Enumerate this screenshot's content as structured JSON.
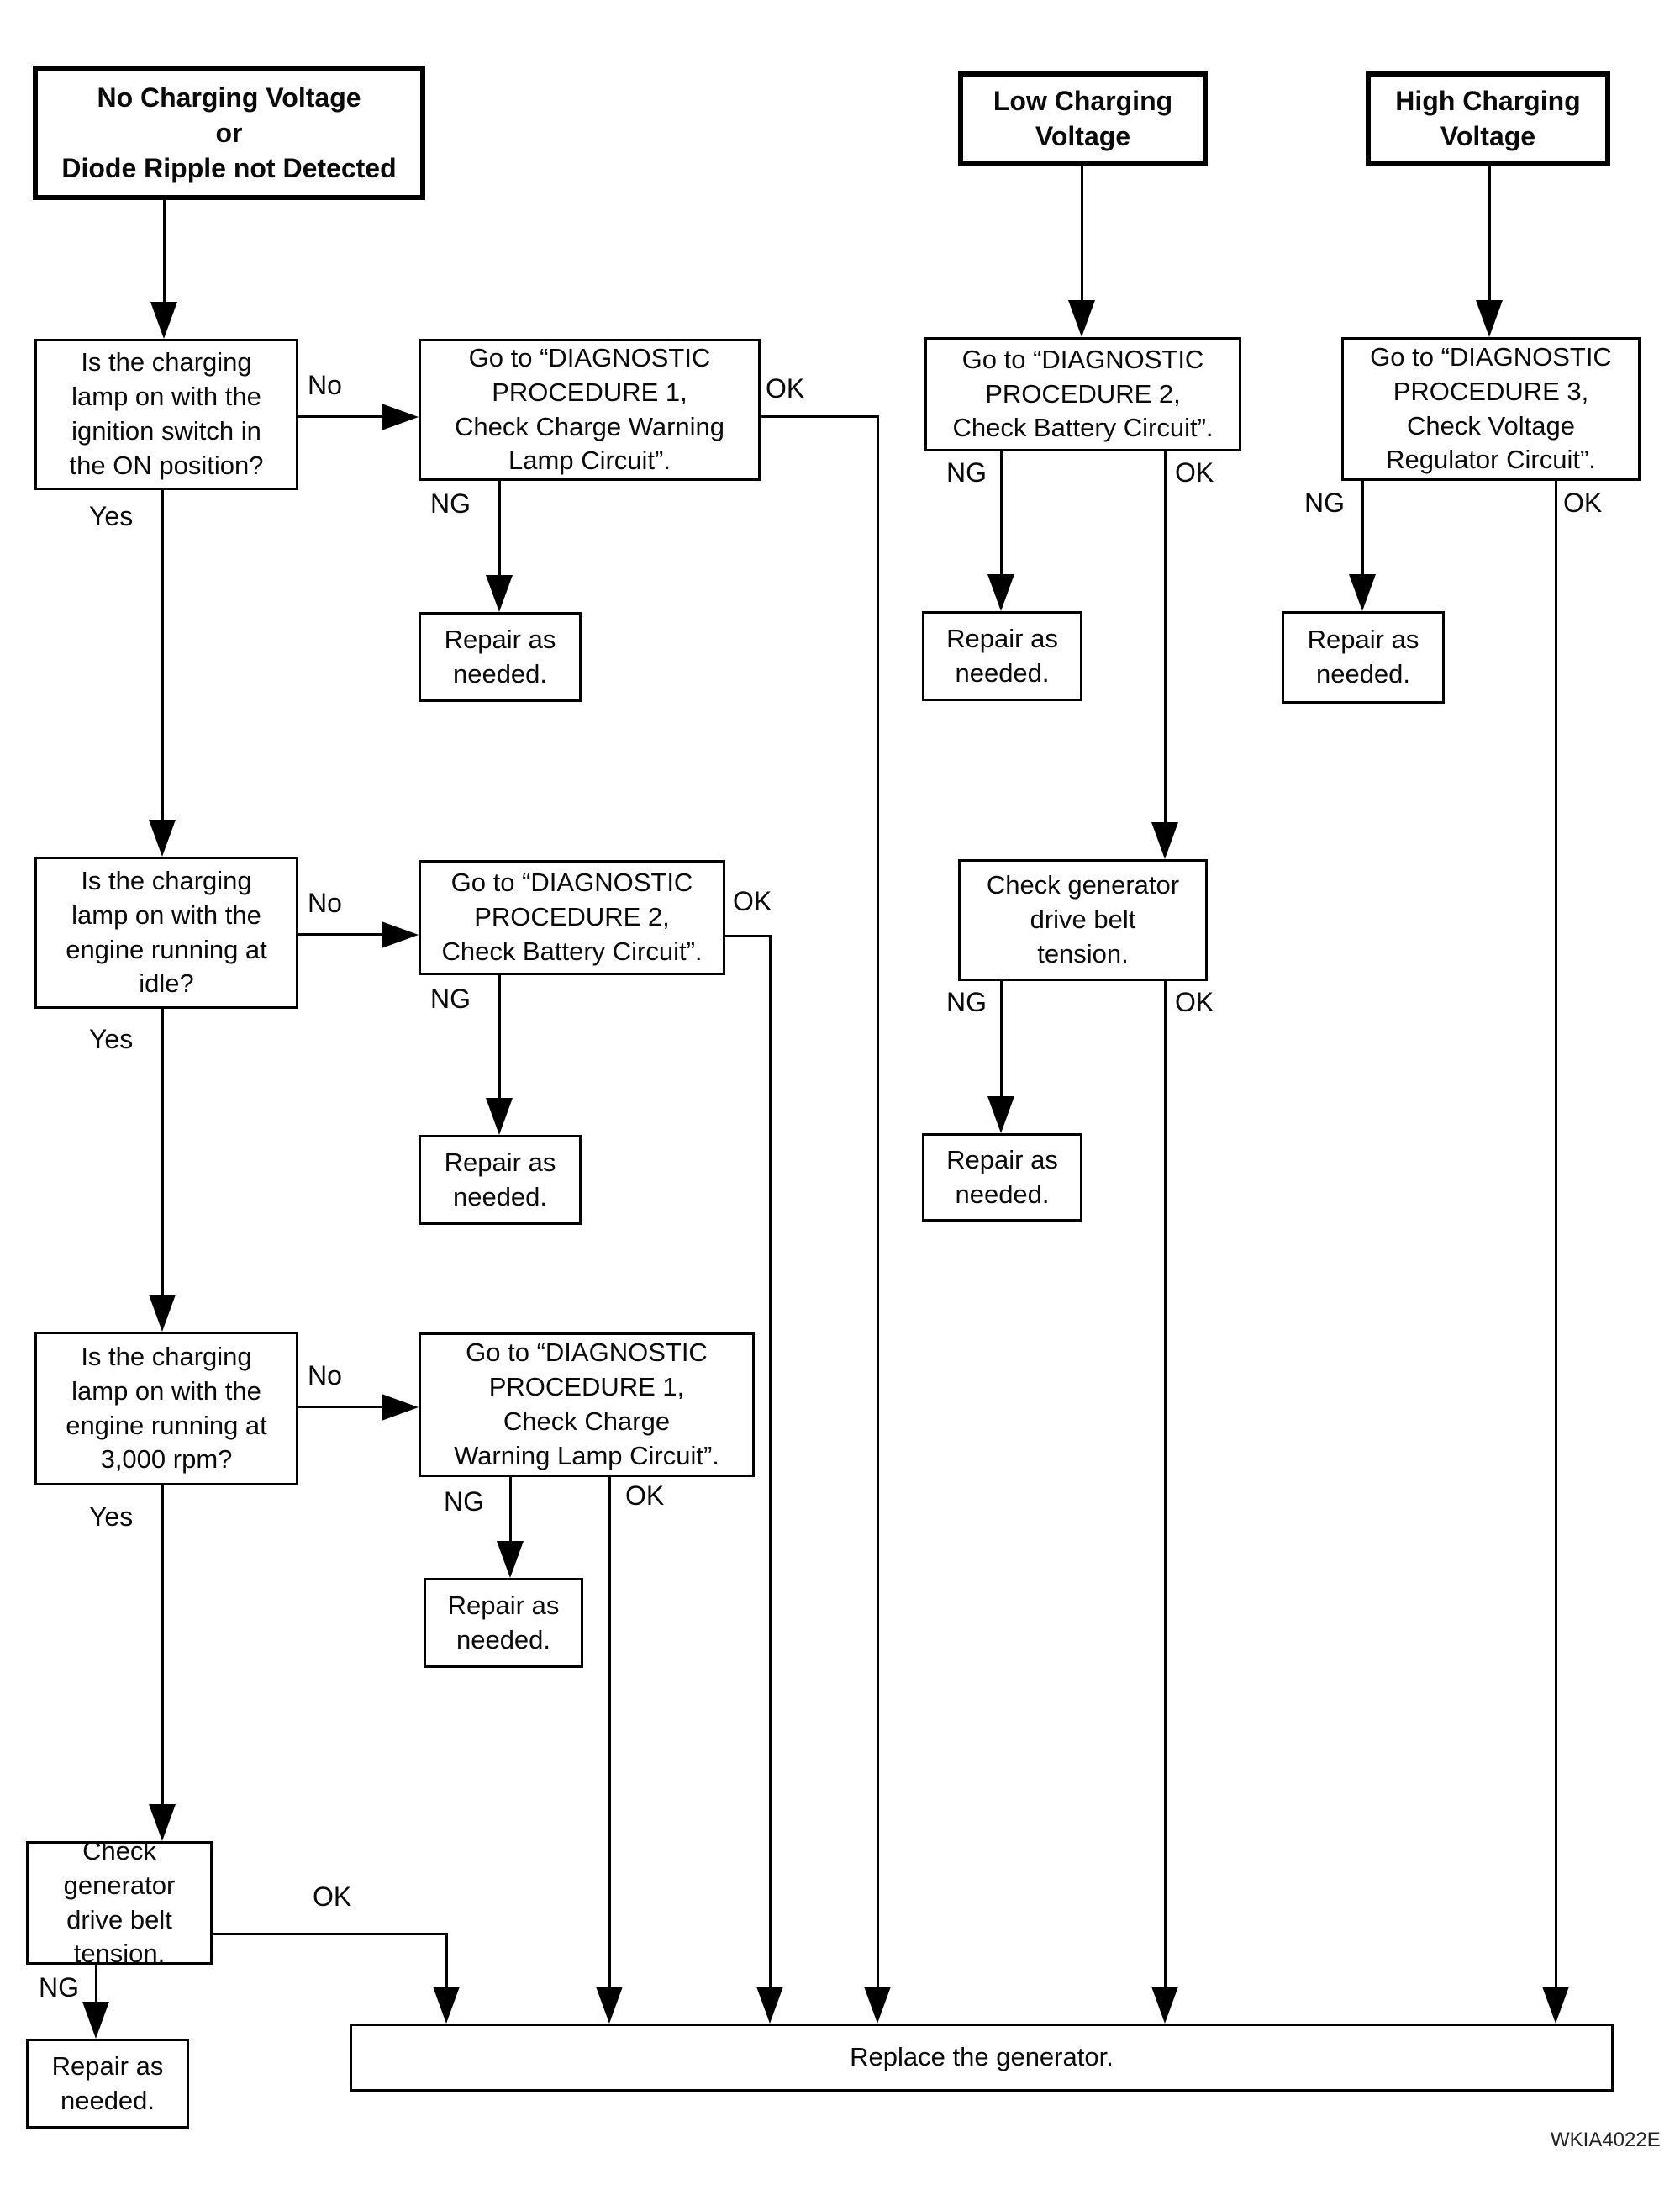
{
  "diagram": {
    "figure_code": "WKIA4022E",
    "edge_labels": {
      "yes": "Yes",
      "no": "No",
      "ng": "NG",
      "ok": "OK"
    },
    "boxes": {
      "no_charging": {
        "text": "No Charging Voltage\nor\nDiode Ripple not Detected"
      },
      "low_charging": {
        "text": "Low Charging\nVoltage"
      },
      "high_charging": {
        "text": "High Charging\nVoltage"
      },
      "q_ignition_on": {
        "text": "Is the charging\nlamp on with the\nignition switch in\nthe ON position?"
      },
      "q_idle": {
        "text": "Is the charging\nlamp on with the\nengine running at\nidle?"
      },
      "q_3000rpm": {
        "text": "Is the charging\nlamp on with the\nengine running at\n3,000 rpm?"
      },
      "proc1_row1": {
        "text": "Go to “DIAGNOSTIC\nPROCEDURE 1,\nCheck Charge Warning\nLamp Circuit”."
      },
      "proc2_row2": {
        "text": "Go to “DIAGNOSTIC\nPROCEDURE 2,\nCheck Battery Circuit”."
      },
      "proc1_row3": {
        "text": "Go to “DIAGNOSTIC\nPROCEDURE 1,\nCheck Charge\nWarning Lamp Circuit”."
      },
      "proc2_low": {
        "text": "Go to “DIAGNOSTIC\nPROCEDURE 2,\nCheck Battery Circuit”."
      },
      "proc3_high": {
        "text": "Go to “DIAGNOSTIC\nPROCEDURE 3,\nCheck Voltage\nRegulator Circuit”."
      },
      "belt_tension": {
        "text": "Check generator\ndrive belt\ntension."
      },
      "repair": {
        "text": "Repair as\nneeded."
      },
      "replace": {
        "text": "Replace the generator."
      }
    }
  }
}
